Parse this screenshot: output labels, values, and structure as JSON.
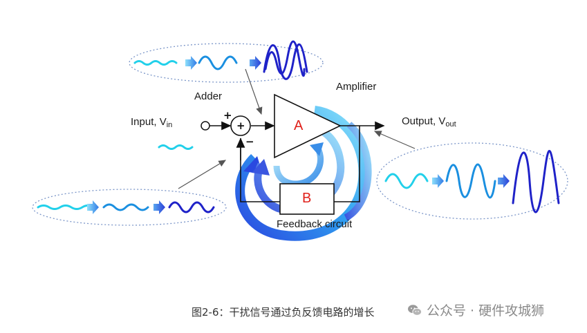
{
  "diagram": {
    "adder_label": "Adder",
    "amplifier_label": "Amplifier",
    "input_label": "Input, V",
    "input_sub": "in",
    "output_label": "Output, V",
    "output_sub": "out",
    "block_a": "A",
    "block_b": "B",
    "plus_top": "+",
    "minus_bottom": "−",
    "adder_symbol": "+",
    "feedback_label": "Feedback circuit"
  },
  "caption": "图2-6：干扰信号通过负反馈电路的增长",
  "watermark": "公众号 · 硬件攻城狮",
  "colors": {
    "wave_light": "#22d0ea",
    "wave_mid": "#1a8fe0",
    "wave_dark": "#1f22c8",
    "arrow_light": "#5cc8f5",
    "arrow_dark": "#3b5fe6",
    "block_a_text": "#e0201a",
    "ellipse": "#7a95c8"
  },
  "icons": [
    "wechat-icon",
    "input-terminal-icon",
    "output-arrow-icon"
  ]
}
